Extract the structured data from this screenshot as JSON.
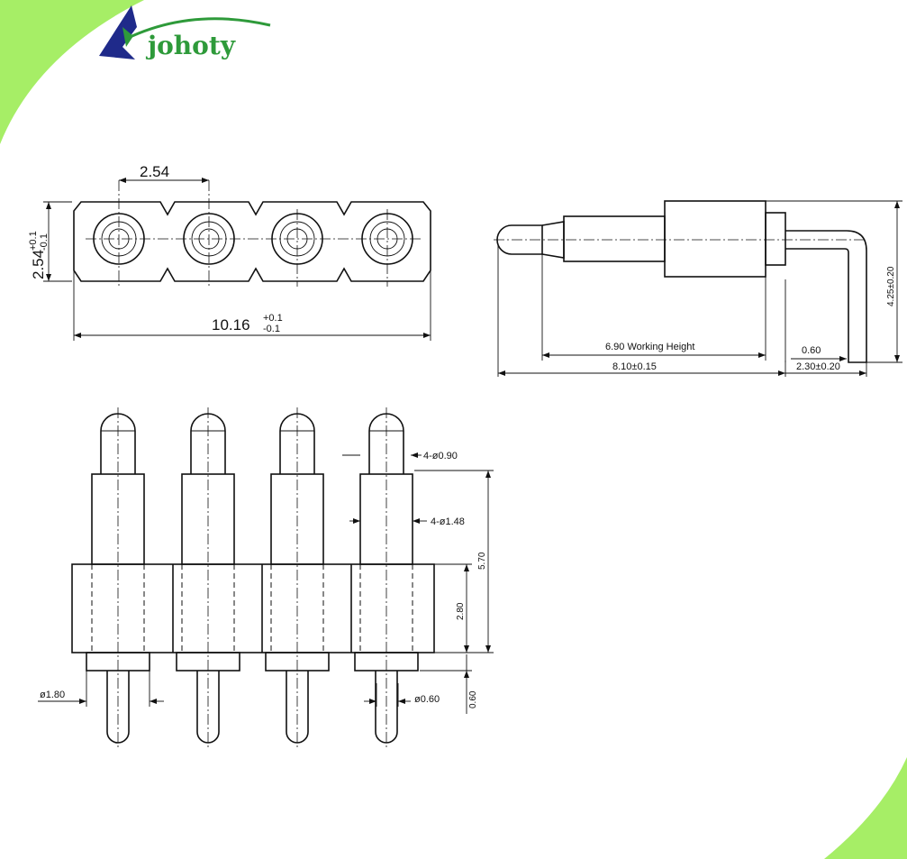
{
  "brand": {
    "name": "johoty",
    "colors": {
      "green": "#2e9a3a",
      "navy": "#1f2a8a",
      "corner": "#a6ee66"
    }
  },
  "top_view": {
    "pitch": "2.54",
    "height_main": "2.54",
    "height_tol_top": "+0.1",
    "height_tol_bottom": "-0.1",
    "length_main": "10.16",
    "length_tol_top": "+0.1",
    "length_tol_bottom": "-0.1"
  },
  "side_view": {
    "height": "4.25±0.20",
    "lead": "0.60",
    "working_height": "6.90 Working Height",
    "total_length": "8.10±0.15",
    "bend_length": "2.30±0.20"
  },
  "front_view": {
    "tip_dia": "4-ø0.90",
    "barrel_dia": "4-ø1.48",
    "overall_height": "5.70",
    "body_height": "2.80",
    "tail_length": "0.60",
    "body_dia": "ø1.80",
    "tail_dia": "ø0.60"
  }
}
